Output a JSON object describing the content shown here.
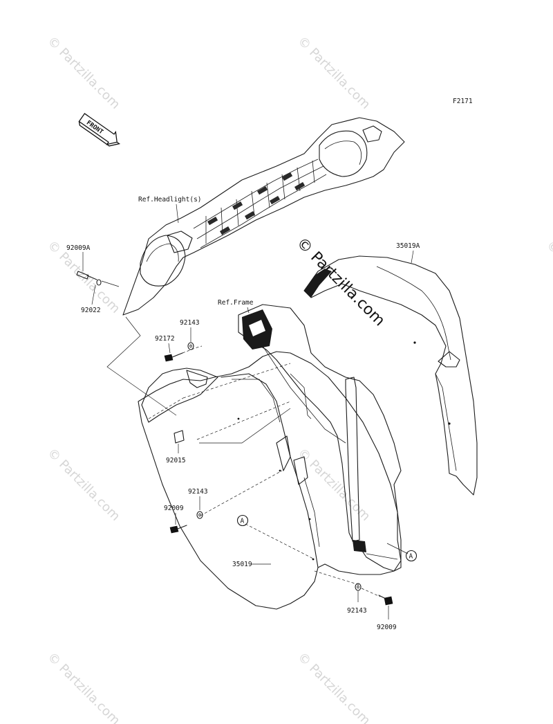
{
  "figure_code": "F2171",
  "front_arrow": {
    "label": "FRONT",
    "icon": "front-direction-arrow-icon"
  },
  "reference_labels": {
    "headlight": "Ref.Headlight(s)",
    "frame": "Ref.Frame"
  },
  "parts": {
    "p92009A": "92009A",
    "p92022": "92022",
    "p92143_top": "92143",
    "p92172": "92172",
    "p92015": "92015",
    "p92143_mid": "92143",
    "p92009_mid": "92009",
    "p35019": "35019",
    "p35019A": "35019A",
    "p92143_bottom": "92143",
    "p92009_bottom": "92009"
  },
  "callouts": {
    "left": "A",
    "right": "A"
  },
  "watermark": {
    "text": "© Partzilla.com",
    "big_text": "© Partzilla.com"
  },
  "colors": {
    "ink": "#1a1a1a",
    "shade": "#111111",
    "watermark": "#d6d6d6"
  }
}
